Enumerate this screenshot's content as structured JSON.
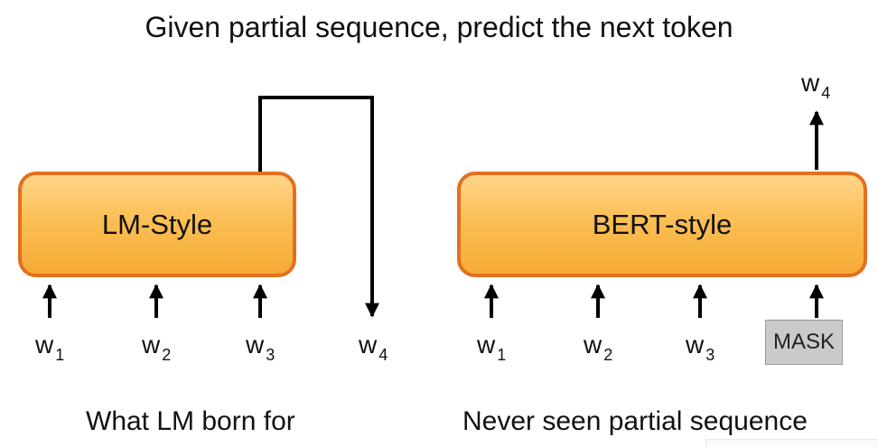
{
  "title": "Given partial sequence, predict the next token",
  "left": {
    "box_label": "LM-Style",
    "inputs": [
      {
        "base": "w",
        "sub": "1"
      },
      {
        "base": "w",
        "sub": "2"
      },
      {
        "base": "w",
        "sub": "3"
      }
    ],
    "output": {
      "base": "w",
      "sub": "4"
    },
    "caption": "What LM born for"
  },
  "right": {
    "box_label": "BERT-style",
    "inputs": [
      {
        "base": "w",
        "sub": "1"
      },
      {
        "base": "w",
        "sub": "2"
      },
      {
        "base": "w",
        "sub": "3"
      }
    ],
    "mask_label": "MASK",
    "output": {
      "base": "w",
      "sub": "4"
    },
    "caption": "Never seen partial sequence"
  },
  "colors": {
    "box_border": "#e2701f",
    "box_fill_top": "#ffd58a",
    "box_fill_bottom": "#f7aa36",
    "mask_fill": "#cacaca"
  }
}
